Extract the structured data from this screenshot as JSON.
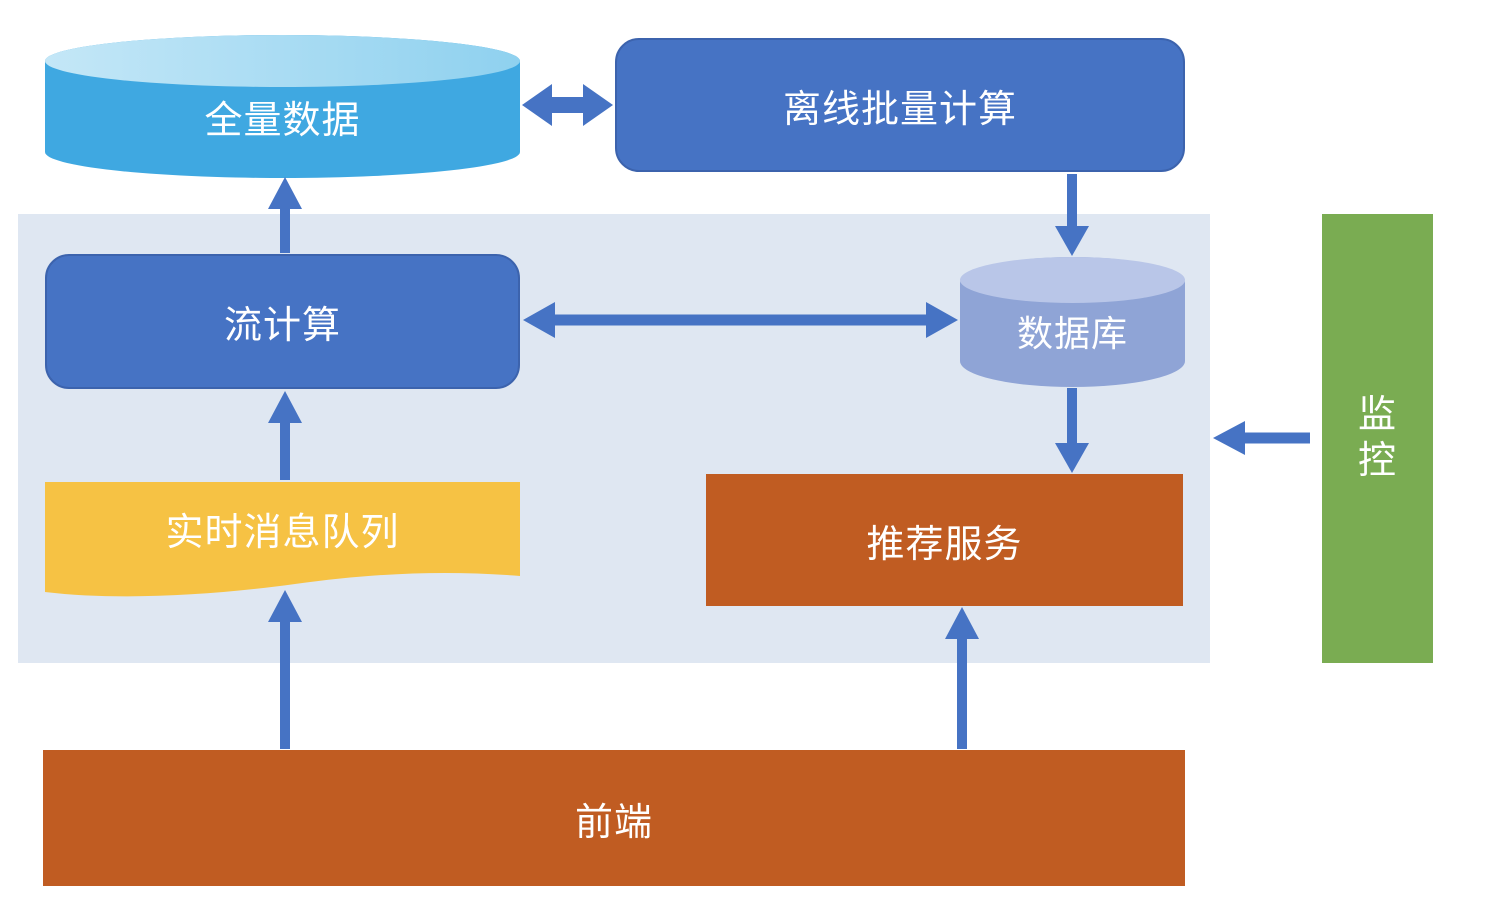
{
  "diagram": {
    "nodes": {
      "full_data": {
        "label": "全量数据",
        "shape": "cylinder",
        "color": "#3FA8E1"
      },
      "offline_batch": {
        "label": "离线批量计算",
        "shape": "rounded-rect",
        "color": "#4673C4"
      },
      "stream_compute": {
        "label": "流计算",
        "shape": "rounded-rect",
        "color": "#4673C4"
      },
      "database": {
        "label": "数据库",
        "shape": "cylinder",
        "color": "#8FA4D6"
      },
      "realtime_mq": {
        "label": "实时消息队列",
        "shape": "wave",
        "color": "#F6C244"
      },
      "rec_service": {
        "label": "推荐服务",
        "shape": "rect",
        "color": "#C05C22"
      },
      "frontend": {
        "label": "前端",
        "shape": "rect",
        "color": "#C05C22"
      },
      "monitor": {
        "label": "监控",
        "shape": "vertical-bar",
        "color": "#7AAC52"
      }
    },
    "edges": [
      {
        "from": "full_data",
        "to": "offline_batch",
        "type": "bidirectional"
      },
      {
        "from": "stream_compute",
        "to": "full_data",
        "type": "arrow"
      },
      {
        "from": "offline_batch",
        "to": "database",
        "type": "arrow"
      },
      {
        "from": "stream_compute",
        "to": "database",
        "type": "bidirectional"
      },
      {
        "from": "realtime_mq",
        "to": "stream_compute",
        "type": "arrow"
      },
      {
        "from": "database",
        "to": "rec_service",
        "type": "arrow"
      },
      {
        "from": "frontend",
        "to": "realtime_mq",
        "type": "arrow"
      },
      {
        "from": "frontend",
        "to": "rec_service",
        "type": "arrow"
      },
      {
        "from": "monitor",
        "to": "pipeline-panel",
        "type": "arrow"
      }
    ],
    "colors": {
      "arrow": "#4673C4",
      "panel_background": "#DFE7F2",
      "canvas_background": "#FFFFFF",
      "text": "#FFFFFF"
    }
  }
}
